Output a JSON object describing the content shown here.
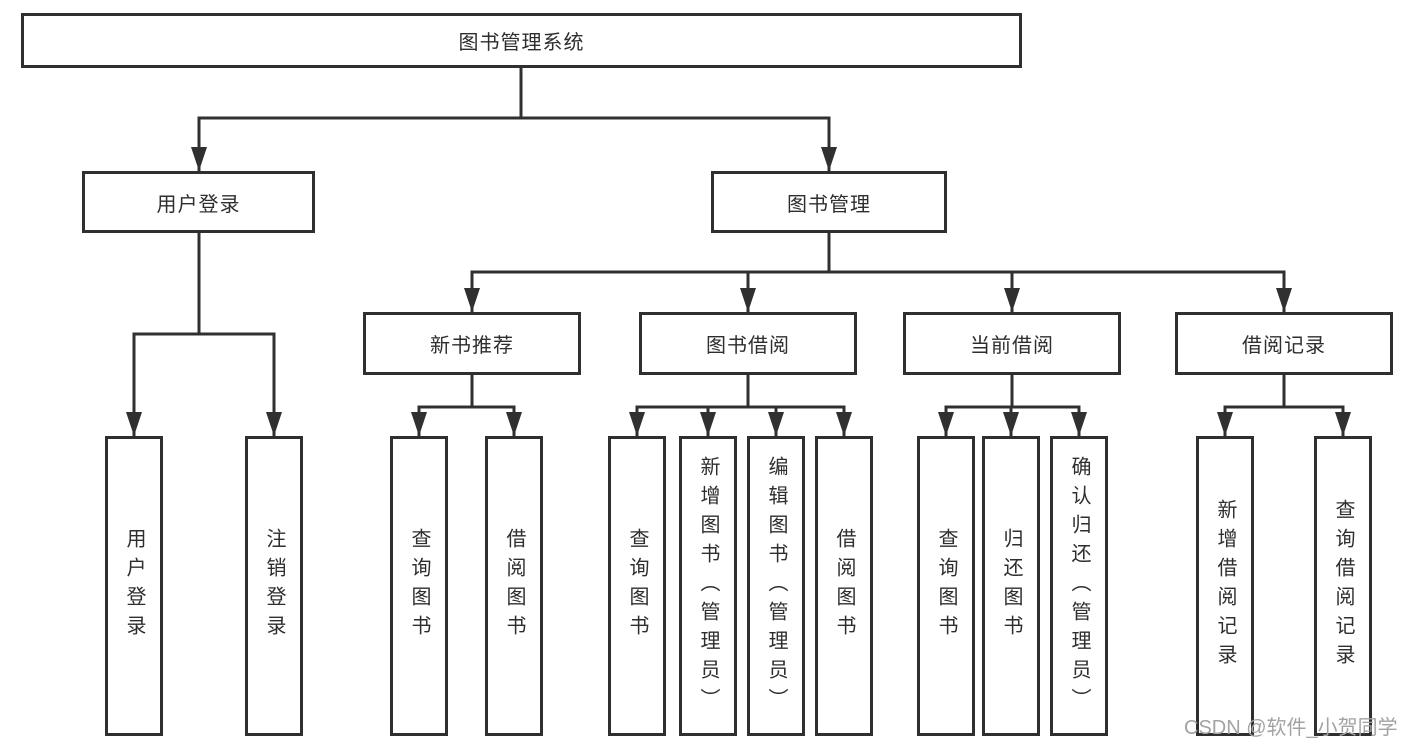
{
  "diagram_title": "图书管理系统",
  "tree": {
    "root": {
      "label": "图书管理系统",
      "children": [
        {
          "label": "用户登录",
          "children": [
            {
              "label": "用户登录"
            },
            {
              "label": "注销登录"
            }
          ]
        },
        {
          "label": "图书管理",
          "children": [
            {
              "label": "新书推荐",
              "children": [
                {
                  "label": "查询图书"
                },
                {
                  "label": "借阅图书"
                }
              ]
            },
            {
              "label": "图书借阅",
              "children": [
                {
                  "label": "查询图书"
                },
                {
                  "label": "新增图书（管理员）"
                },
                {
                  "label": "编辑图书（管理员）"
                },
                {
                  "label": "借阅图书"
                }
              ]
            },
            {
              "label": "当前借阅",
              "children": [
                {
                  "label": "查询图书"
                },
                {
                  "label": "归还图书"
                },
                {
                  "label": "确认归还（管理员）"
                }
              ]
            },
            {
              "label": "借阅记录",
              "children": [
                {
                  "label": "新增借阅记录"
                },
                {
                  "label": "查询借阅记录"
                }
              ]
            }
          ]
        }
      ]
    }
  },
  "watermark": {
    "text": "CSDN @软件_小贺同学"
  },
  "colors": {
    "line": "#303030",
    "border": "#2f2f2f",
    "text": "#2e2e2e",
    "watermark": "#a3a3a3",
    "background": "#ffffff"
  }
}
